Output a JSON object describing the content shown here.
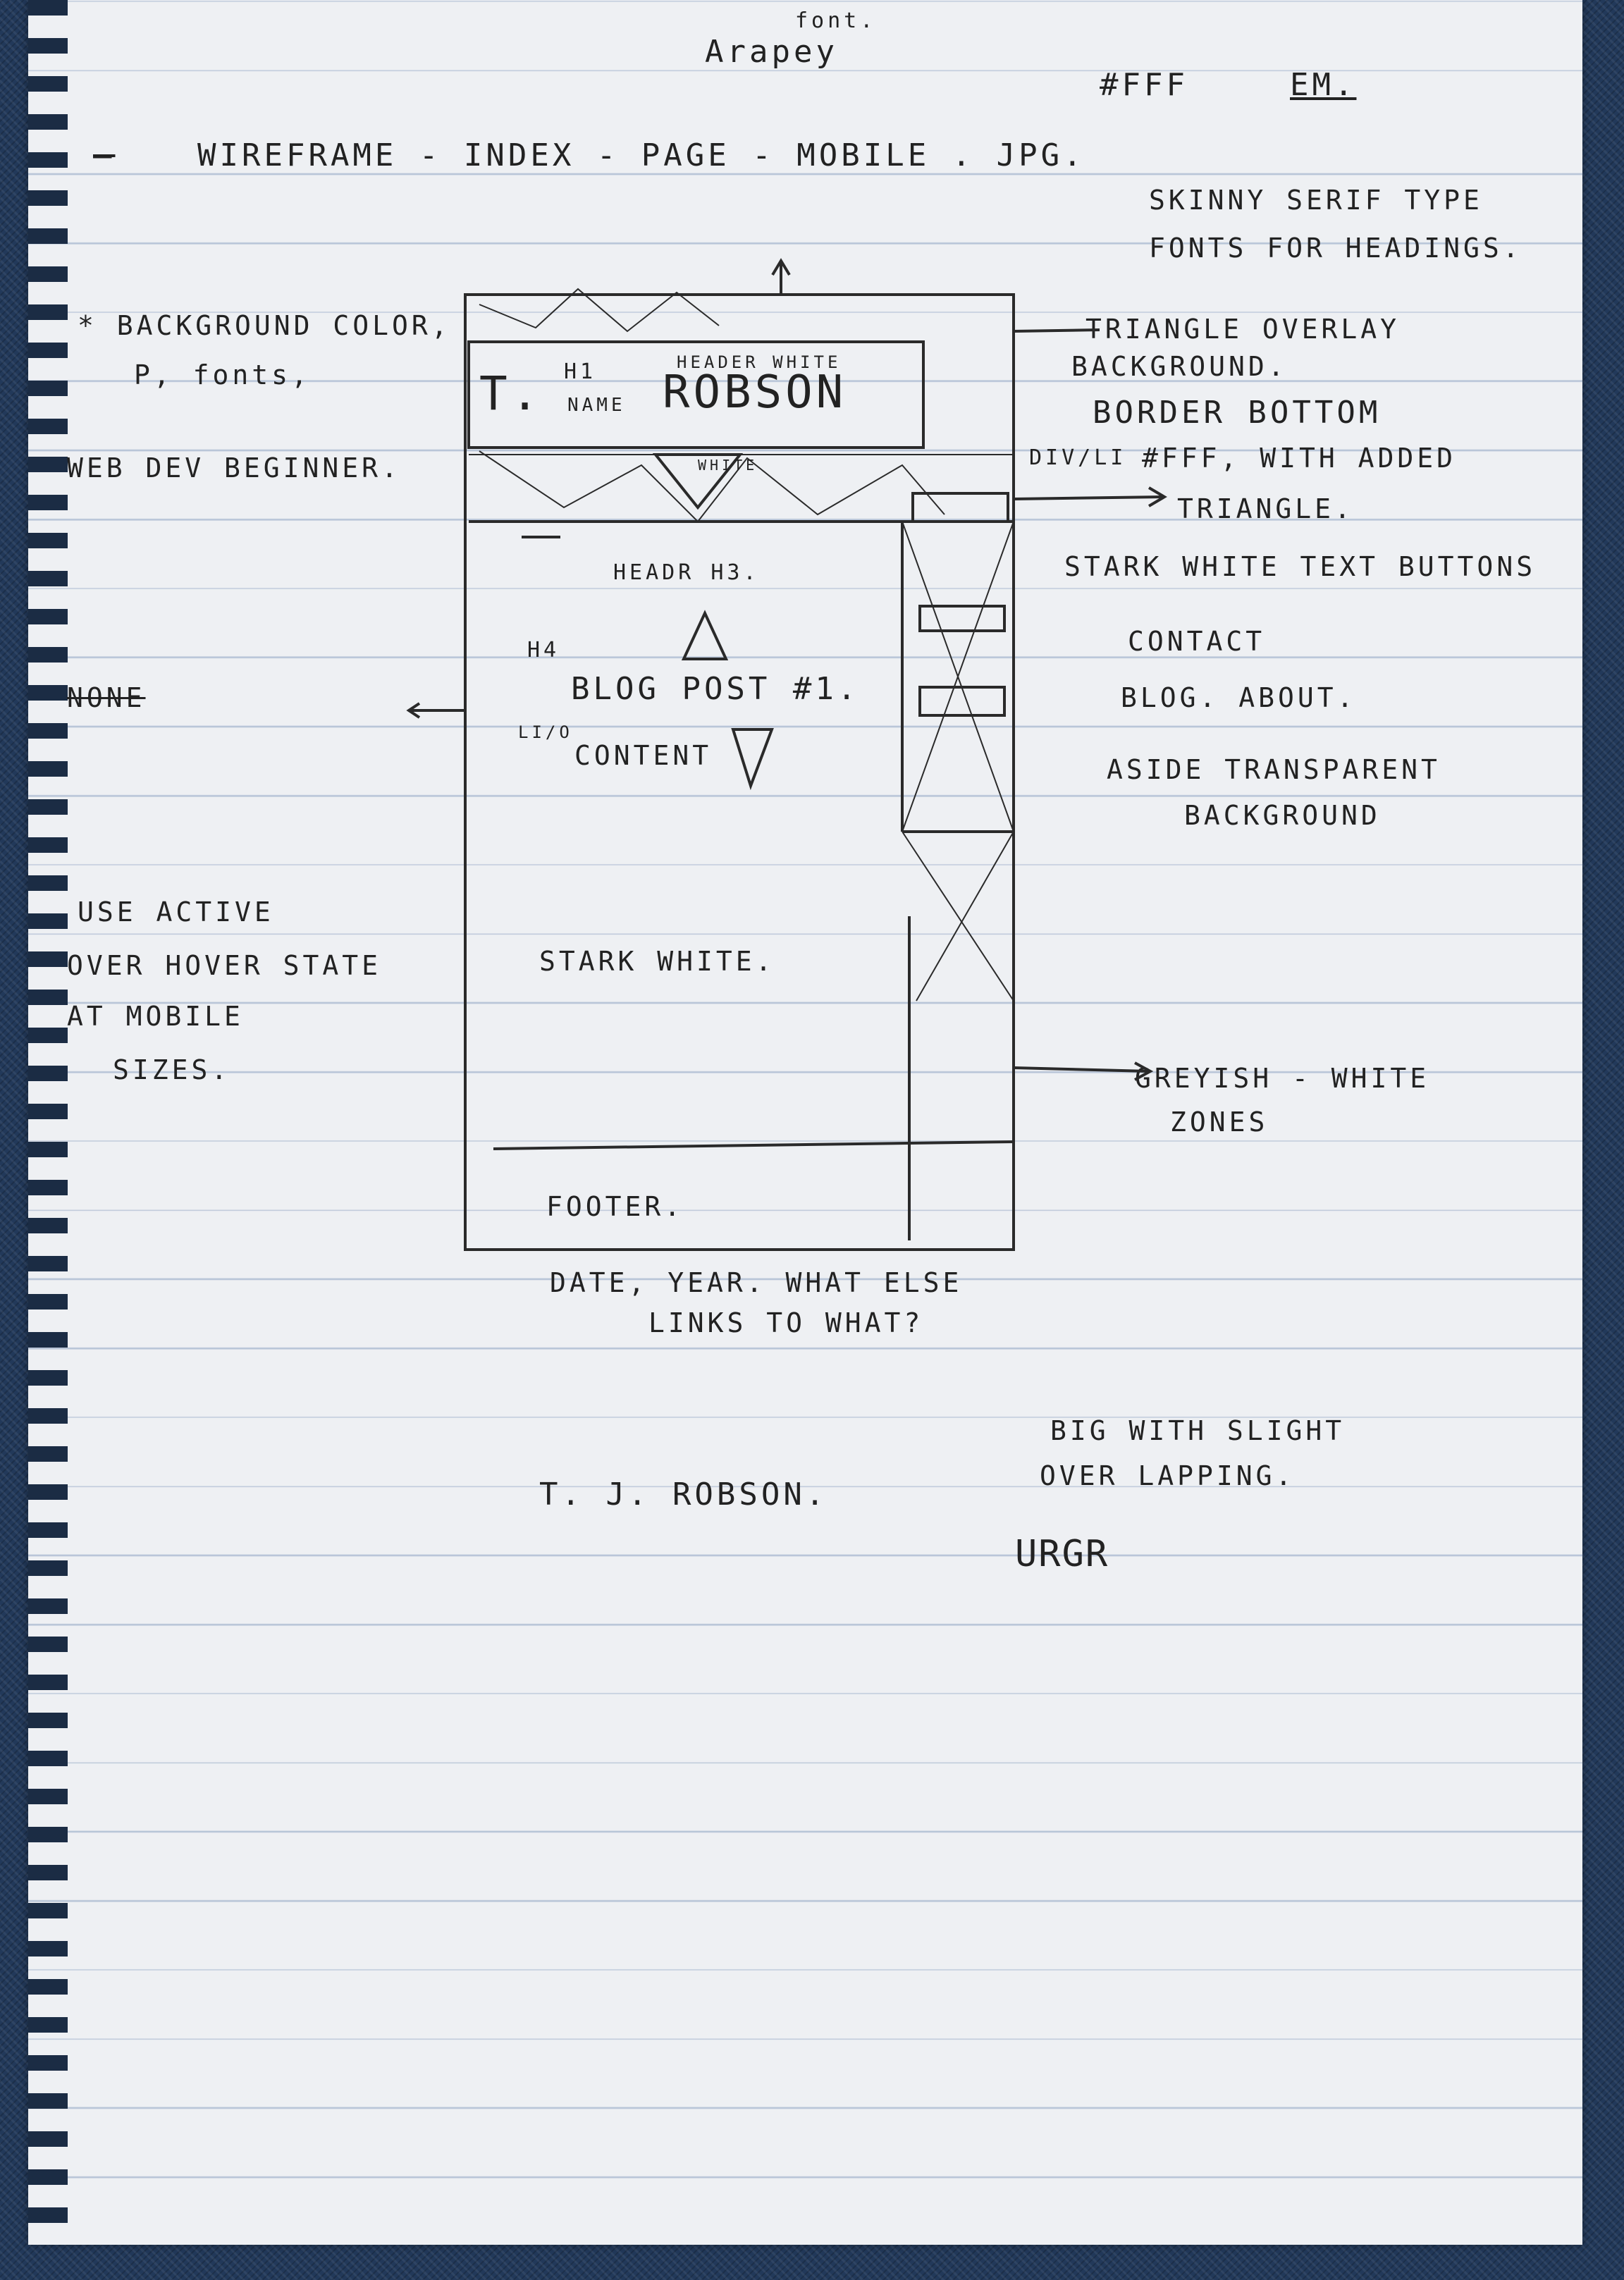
{
  "top": {
    "font_label": "font.",
    "font_name": "Arapey",
    "hex": "#FFF",
    "em": "EM."
  },
  "title": "WIREFRAME - INDEX - PAGE - MOBILE . JPG.",
  "notes_left": {
    "background": "* BACKGROUND COLOR,",
    "p_fonts": "P, fonts,",
    "web_dev": "WEB DEV BEGINNER.",
    "hover1": "USE ACTIVE",
    "hover2": "OVER HOVER STATE",
    "hover3": "AT MOBILE",
    "hover4": "SIZES.",
    "crossed": "NONE"
  },
  "notes_right": {
    "skinny1": "SKINNY SERIF TYPE",
    "skinny2": "FONTS FOR HEADINGS.",
    "triangle1": "TRIANGLE OVERLAY",
    "triangle2": "BACKGROUND.",
    "border1": "BORDER BOTTOM",
    "border2": "#FFF, WITH ADDED",
    "border3": "TRIANGLE.",
    "div_li": "DIV/LI",
    "stark_btns": "STARK WHITE TEXT BUTTONS",
    "contact": "CONTACT",
    "blog_about": "BLOG. ABOUT.",
    "aside1": "ASIDE TRANSPARENT",
    "aside2": "BACKGROUND",
    "grey1": "GREYISH - WHITE",
    "grey2": "ZONES",
    "big1": "BIG WITH SLIGHT",
    "big2": "OVER LAPPING."
  },
  "wireframe": {
    "h1": "H1",
    "header_white": "HEADER WHITE",
    "name_t": "T.",
    "name_big": "ROBSON",
    "name_label": "NAME",
    "white": "WHITE",
    "headr_h3": "HEADR H3.",
    "h4": "H4",
    "blog_post": "BLOG POST #1.",
    "li_o": "LI/O",
    "content": "CONTENT",
    "stark_white": "STARK WHITE.",
    "footer": "FOOTER."
  },
  "below": {
    "date_year": "DATE, YEAR. WHAT ELSE",
    "links": "LINKS TO WHAT?",
    "author": "T. J. ROBSON.",
    "signature": "URGR"
  }
}
